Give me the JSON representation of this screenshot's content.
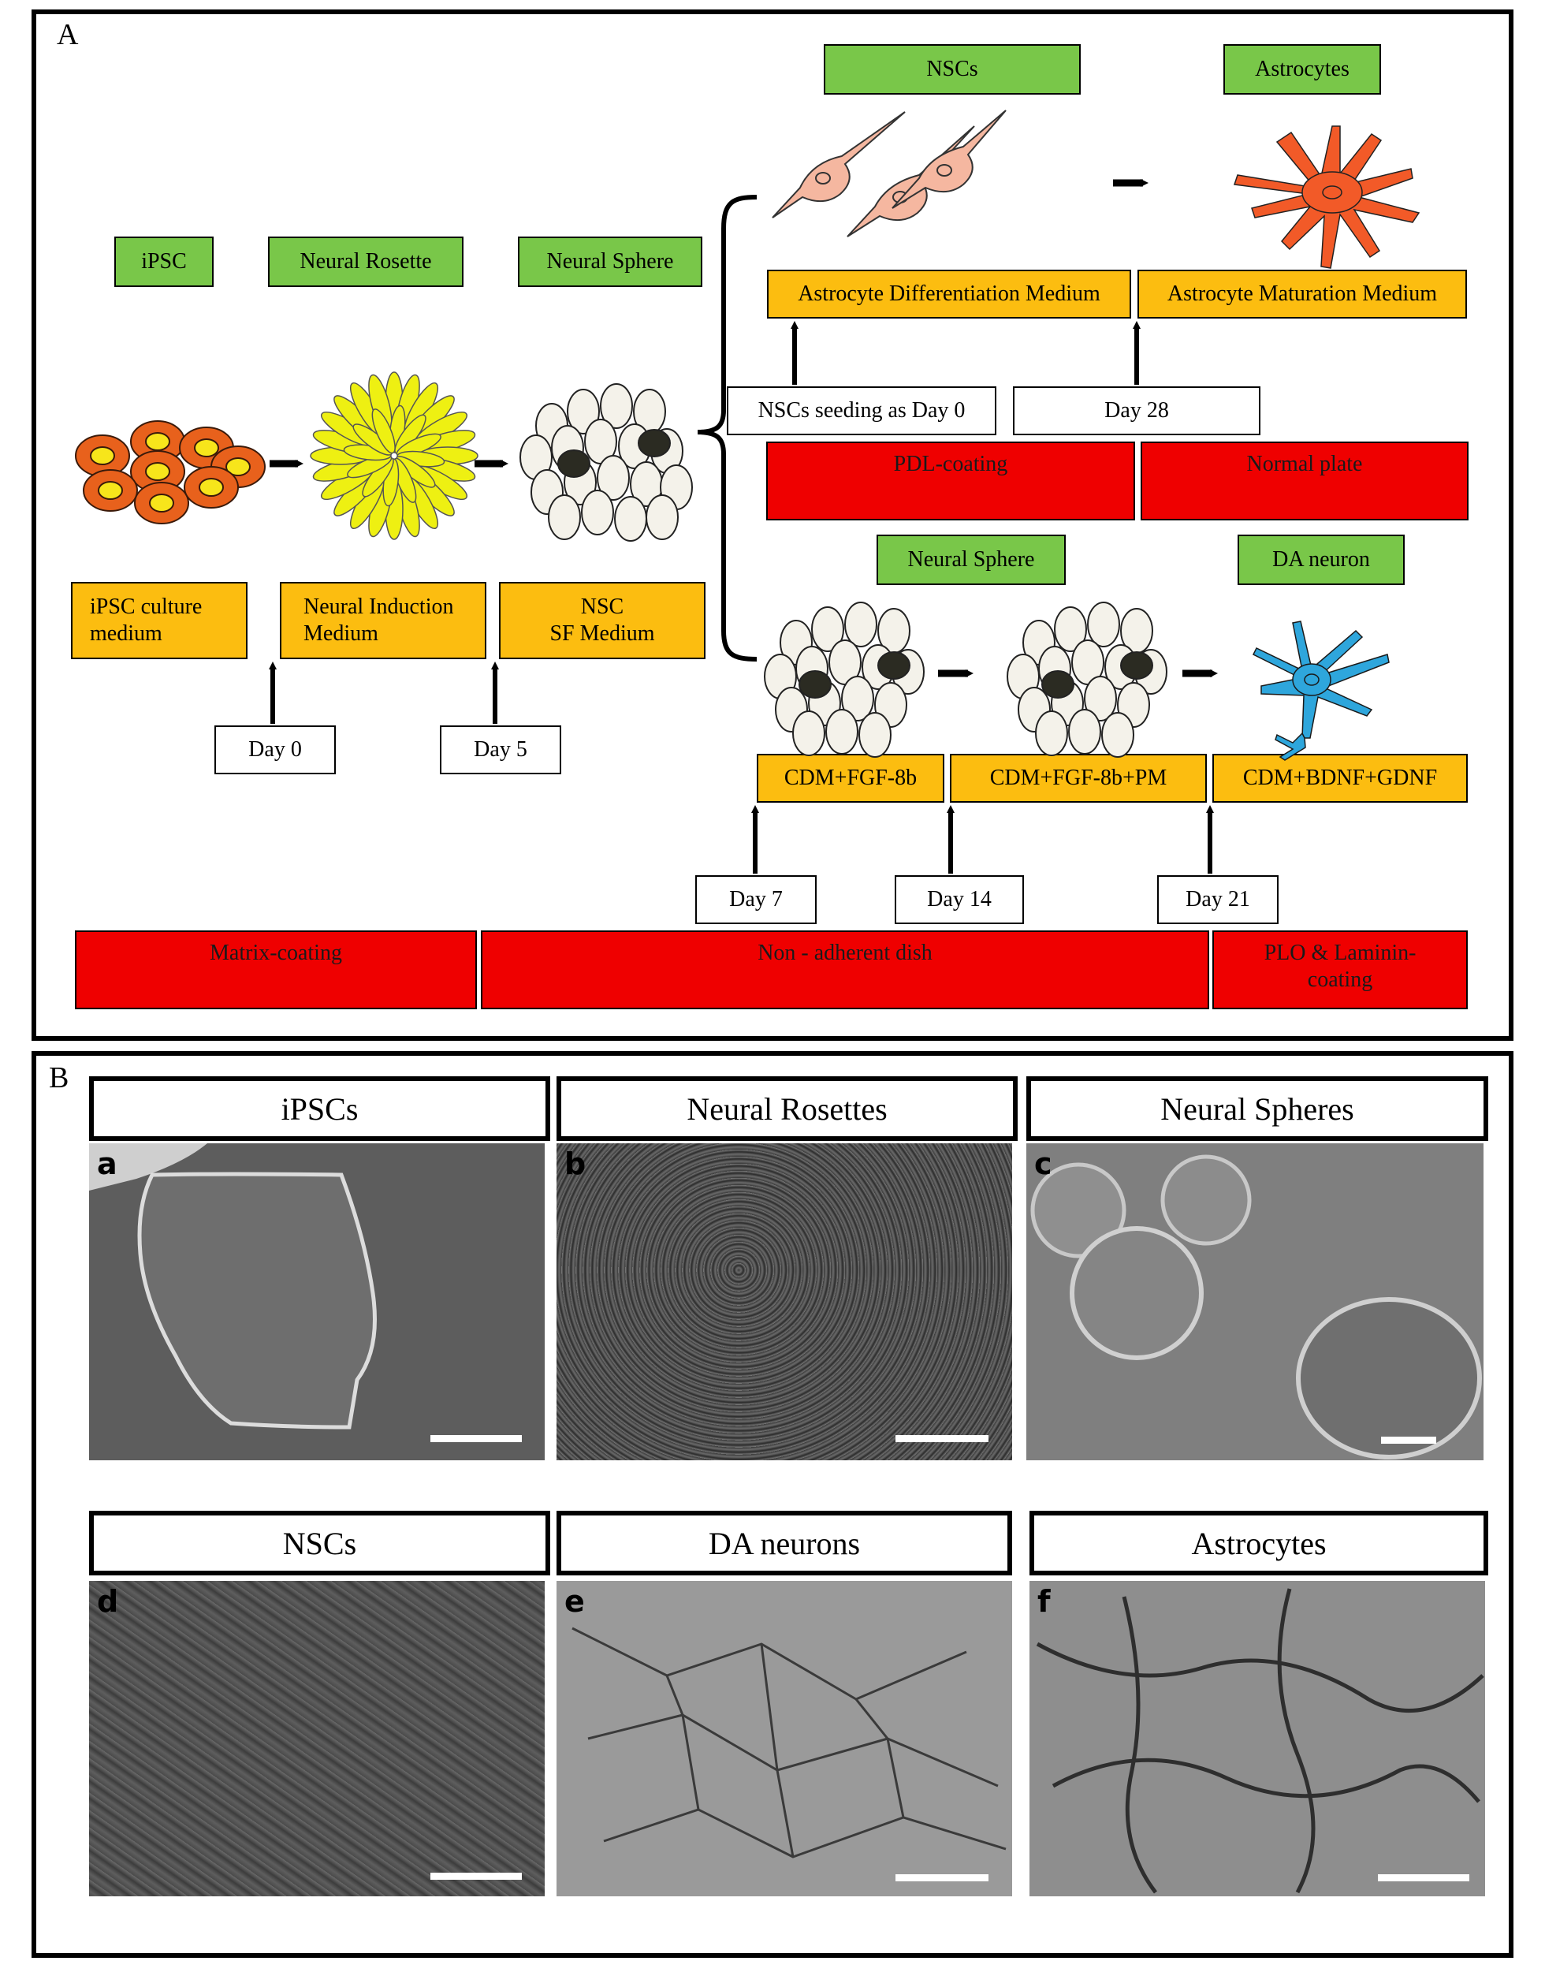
{
  "panelA": {
    "label": "A",
    "stage_labels": {
      "ipsc": "iPSC",
      "rosette": "Neural Rosette",
      "sphere": "Neural Sphere",
      "nscs": "NSCs",
      "astrocytes": "Astrocytes",
      "sphere2": "Neural Sphere",
      "da_neuron": "DA neuron"
    },
    "media": {
      "ipsc_culture": "iPSC culture medium",
      "neural_induction": "Neural Induction Medium",
      "nsc_sf_line1": "NSC",
      "nsc_sf_line2": "SF Medium",
      "astro_diff": "Astrocyte Differentiation Medium",
      "astro_mat": "Astrocyte Maturation Medium",
      "cdm_fgf": "CDM+FGF-8b",
      "cdm_fgf_pm": "CDM+FGF-8b+PM",
      "cdm_bdnf": "CDM+BDNF+GDNF"
    },
    "days": {
      "d0": "Day 0",
      "d5": "Day 5",
      "nsc_seed": "NSCs seeding as Day 0",
      "d28": "Day 28",
      "d7": "Day 7",
      "d14": "Day 14",
      "d21": "Day 21"
    },
    "coatings": {
      "pdl": "PDL-coating",
      "normal": "Normal plate",
      "matrix": "Matrix-coating",
      "nonadherent": "Non - adherent dish",
      "plo": "PLO & Laminin-coating"
    },
    "colors": {
      "stage_green": "#79c749",
      "medium_orange": "#fcbd10",
      "coating_red": "#ef0000",
      "ipsc_orange": "#e8611c",
      "ipsc_nucleus": "#f7e51b",
      "rosette_yellow": "#eef012",
      "nsc_pink": "#f5b7a0",
      "astrocyte_red": "#f25a28",
      "neuron_blue": "#2ea6dc"
    }
  },
  "panelB": {
    "label": "B",
    "images": [
      {
        "letter": "a",
        "title": "iPSCs"
      },
      {
        "letter": "b",
        "title": "Neural Rosettes"
      },
      {
        "letter": "c",
        "title": "Neural Spheres"
      },
      {
        "letter": "d",
        "title": "NSCs"
      },
      {
        "letter": "e",
        "title": "DA neurons"
      },
      {
        "letter": "f",
        "title": "Astrocytes"
      }
    ]
  }
}
